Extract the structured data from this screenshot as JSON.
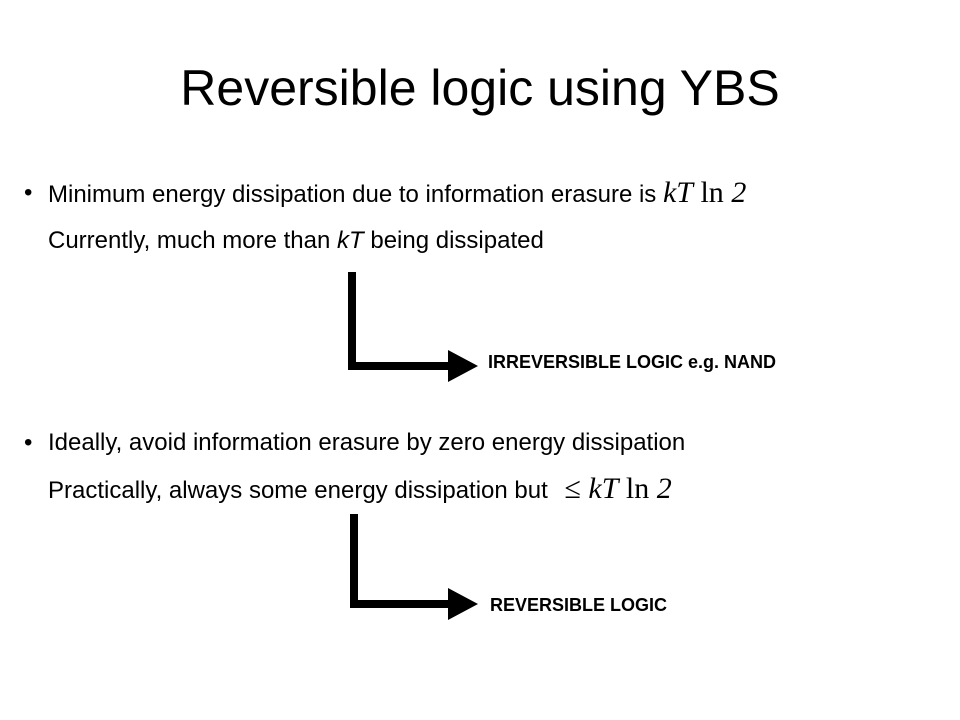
{
  "slide": {
    "title": "Reversible logic using YBS",
    "bullet1": {
      "text": "Minimum energy dissipation due to information erasure is",
      "math": {
        "var": "kT",
        "fn": "ln",
        "num": "2"
      },
      "subline_pre": "Currently, much more than ",
      "subline_em": "kT",
      "subline_post": " being dissipated"
    },
    "arrow1_label": "IRREVERSIBLE LOGIC e.g. NAND",
    "bullet2": {
      "text": "Ideally, avoid information erasure by zero energy dissipation",
      "subline": "Practically, always some energy dissipation but",
      "math": {
        "rel": "≤",
        "var": "kT",
        "fn": "ln",
        "num": "2"
      }
    },
    "arrow2_label": "REVERSIBLE LOGIC",
    "bullet_char": "•"
  }
}
